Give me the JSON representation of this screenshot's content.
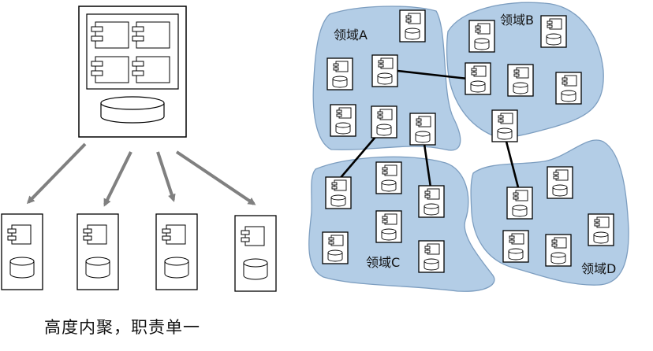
{
  "diagram": {
    "caption": "高度内聚，职责单一",
    "domains": [
      {
        "id": "A",
        "label": "领域A"
      },
      {
        "id": "B",
        "label": "领域B"
      },
      {
        "id": "C",
        "label": "领域C"
      },
      {
        "id": "D",
        "label": "领域D"
      }
    ],
    "colors": {
      "region_fill": "#b3cde6",
      "region_stroke": "#7d9ec0",
      "arrow": "#808080",
      "line": "#000000"
    }
  }
}
